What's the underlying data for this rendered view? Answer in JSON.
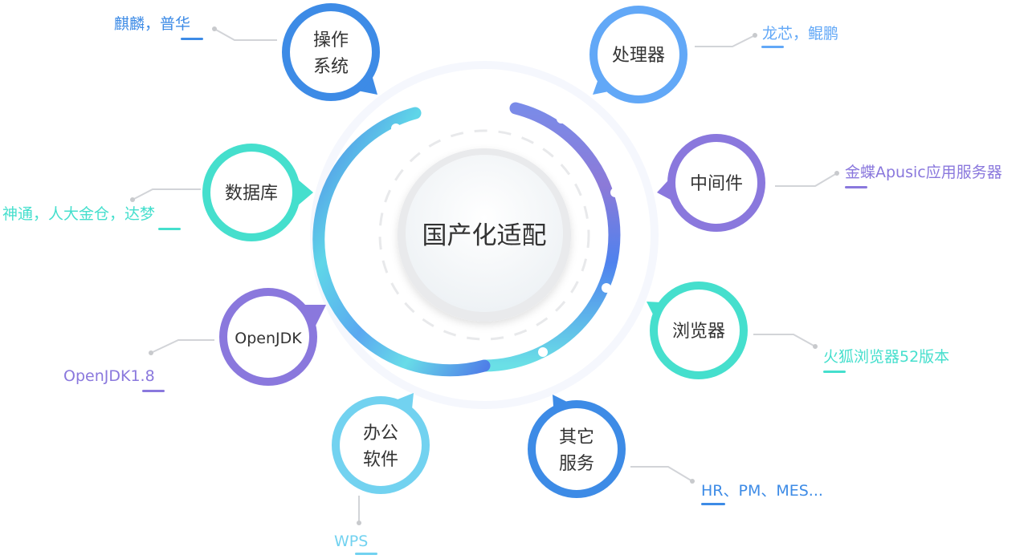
{
  "center": {
    "title": "国产化适配"
  },
  "nodes": [
    {
      "id": "os",
      "lines": [
        "操作",
        "系统"
      ],
      "label": "麒麟，普华",
      "color": "#3d8be6"
    },
    {
      "id": "cpu",
      "lines": [
        "处理器"
      ],
      "label": "龙芯，鲲鹏",
      "color": "#62a8f7"
    },
    {
      "id": "middleware",
      "lines": [
        "中间件"
      ],
      "label": "金蝶Apusic应用服务器",
      "color": "#8a78dd"
    },
    {
      "id": "browser",
      "lines": [
        "浏览器"
      ],
      "label": "火狐浏览器52版本",
      "color": "#45dfcd"
    },
    {
      "id": "other",
      "lines": [
        "其它",
        "服务"
      ],
      "label": "HR、PM、MES...",
      "color": "#3d8be6"
    },
    {
      "id": "office",
      "lines": [
        "办公",
        "软件"
      ],
      "label": "WPS",
      "color": "#72d2f0"
    },
    {
      "id": "jdk",
      "lines": [
        "OpenJDK"
      ],
      "label": "OpenJDK1.8",
      "color": "#8a78dd"
    },
    {
      "id": "db",
      "lines": [
        "数据库"
      ],
      "label": "神通，人大金仓，达梦",
      "color": "#45dfcd"
    }
  ]
}
